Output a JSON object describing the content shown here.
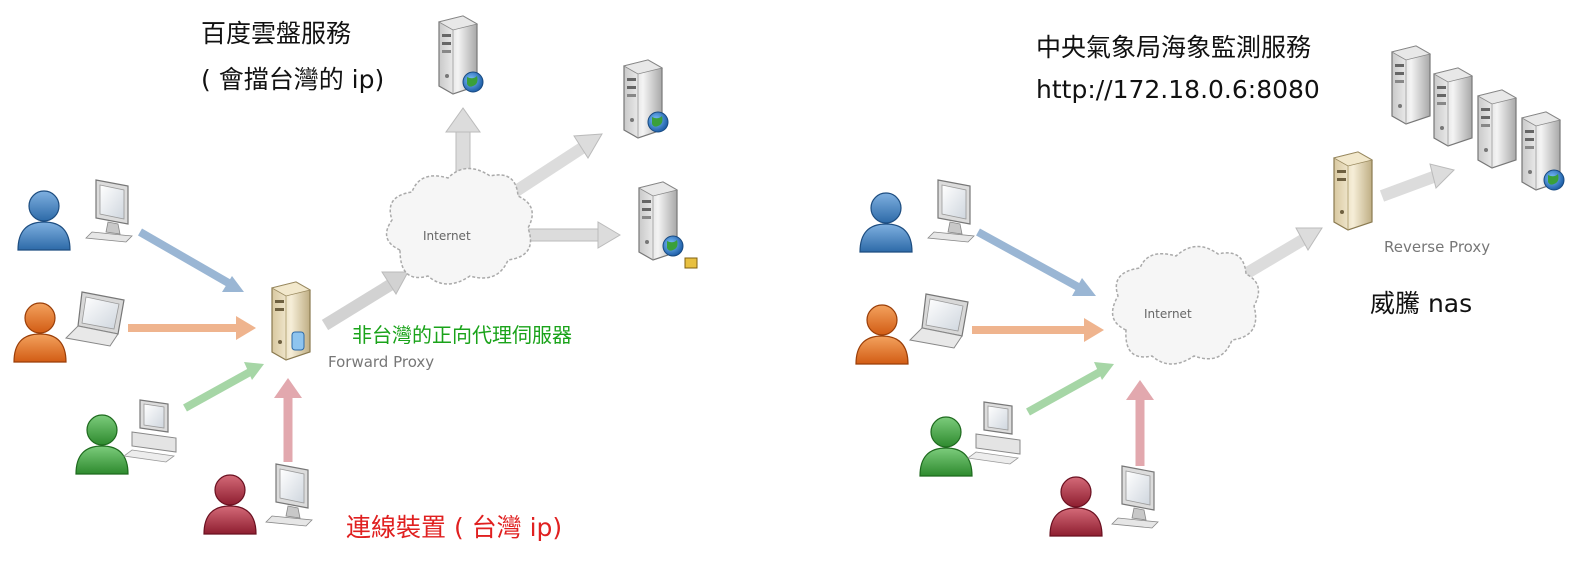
{
  "forward": {
    "baidu_label_line1": "百度雲盤服務",
    "baidu_label_line2": "( 會擋台灣的 ip)",
    "internet_label": "Internet",
    "proxy_label": "Forward Proxy",
    "proxy_note": "非台灣的正向代理伺服器",
    "device_note": "連線裝置 ( 台灣 ip)"
  },
  "reverse": {
    "service_label_line1": "中央氣象局海象監測服務",
    "service_label_line2": "http://172.18.0.6:8080",
    "internet_label": "Internet",
    "proxy_label": "Reverse Proxy",
    "nas_label": "威騰 nas"
  },
  "colors": {
    "proxy_note": "#1aa31a",
    "device_note": "#e02020",
    "user_blue": "#3a78b8",
    "user_orange": "#e06a1e",
    "user_green": "#3d9a3d",
    "user_red": "#a0283a"
  }
}
